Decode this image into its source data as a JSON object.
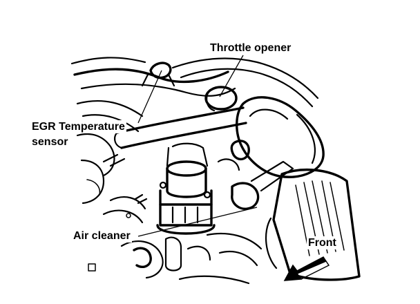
{
  "diagram": {
    "labels": {
      "throttle_opener": "Throttle opener",
      "egr_sensor_line1": "EGR Temperature",
      "egr_sensor_line2": "sensor",
      "air_cleaner": "Air cleaner",
      "front": "Front"
    }
  }
}
